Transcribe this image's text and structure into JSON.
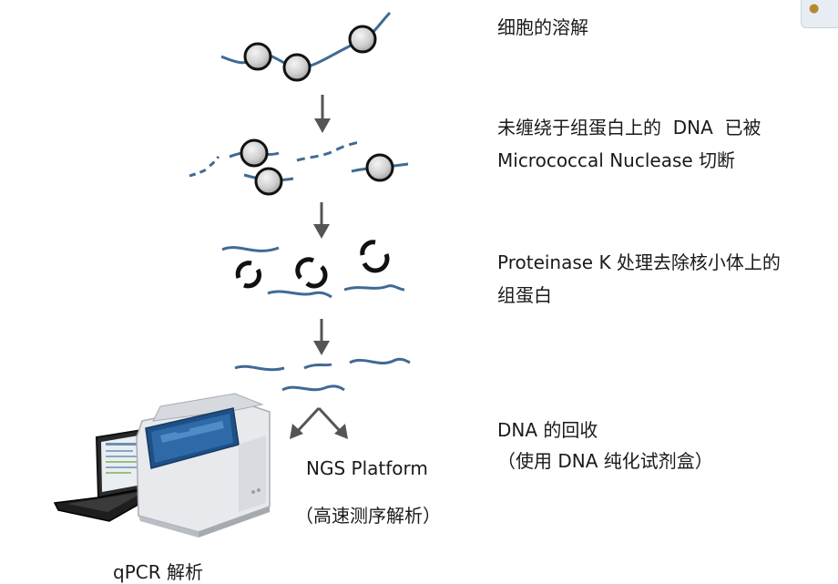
{
  "steps": [
    {
      "lines": [
        "细胞的溶解"
      ]
    },
    {
      "lines": [
        "未缠绕于组蛋白上的  DNA  已被",
        "Micrococcal Nuclease 切断"
      ]
    },
    {
      "lines": [
        "Proteinase K 处理去除核小体上的",
        "组蛋白"
      ]
    },
    {
      "lines": [
        "DNA 的回收",
        "（使用 DNA 纯化试剂盒）"
      ]
    }
  ],
  "labels": {
    "ngs_platform": "NGS Platform",
    "ngs_note": "（高速测序解析）",
    "qpcr": "qPCR 解析"
  },
  "colors": {
    "dna": "#3f6a95",
    "arrow": "#555555",
    "nucleosome_fill": "#c7c7c7",
    "nucleosome_stroke": "#111111"
  },
  "icons": {
    "corner": "lightbulb-icon"
  }
}
